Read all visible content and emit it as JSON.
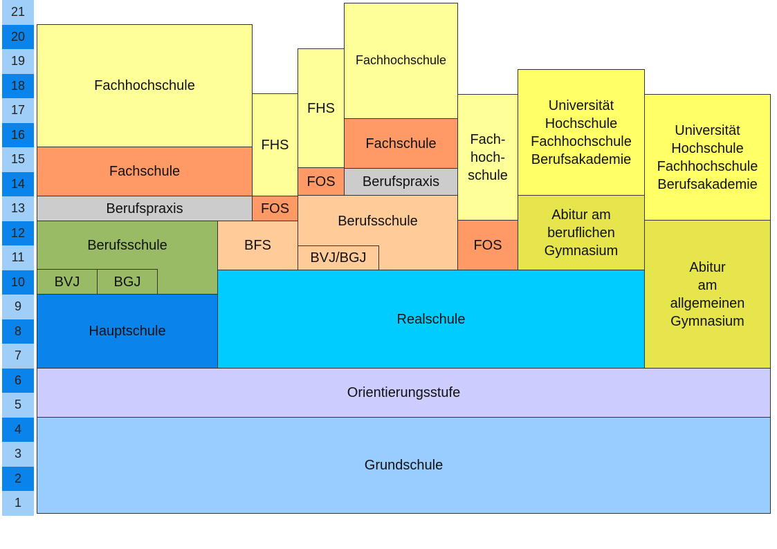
{
  "years": [
    "21",
    "20",
    "19",
    "18",
    "17",
    "16",
    "15",
    "14",
    "13",
    "12",
    "11",
    "10",
    "9",
    "8",
    "7",
    "6",
    "5",
    "4",
    "3",
    "2",
    "1"
  ],
  "colors": {
    "year_dark": "#0a84ea",
    "year_light": "#9fcef8",
    "grundschule": "#99ccff",
    "orientierungsstufe": "#ccccff",
    "hauptschule": "#0a84ea",
    "realschule": "#00ccff",
    "gymnasium": "#e6e64c",
    "hochschule_pale": "#ffff99",
    "hochschule_bright": "#ffff66",
    "fachschule": "#ff9966",
    "berufspraxis": "#cccccc",
    "berufsschule_green": "#99bb66",
    "berufsschule_peach": "#ffcc99"
  },
  "blocks": {
    "grundschule": "Grundschule",
    "orientierungsstufe": "Orientierungsstufe",
    "hauptschule": "Hauptschule",
    "realschule": "Realschule",
    "gymnasium_abitur": "Abitur\nam\nallgemeinen\nGymnasium",
    "universitaet_right": "Universität\nHochschule\nFachhochschule\nBerufsakademie",
    "universitaet_mid": "Universität\nHochschule\nFachhochschule\nBerufsakademie",
    "abitur_beruflich": "Abitur am\nberuflichen\nGymnasium",
    "fachhochschule_left": "Fachhochschule",
    "fachschule_left": "Fachschule",
    "berufspraxis_left": "Berufspraxis",
    "berufsschule_left": "Berufsschule",
    "bvj_left": "BVJ",
    "bgj_left": "BGJ",
    "fhs_col2": "FHS",
    "fos_col2": "FOS",
    "bfs": "BFS",
    "fhs_col3": "FHS",
    "fos_col3": "FOS",
    "berufsschule_mid": "Berufsschule",
    "bvj_bgj_mid": "BVJ/BGJ",
    "fachhochschule_col4": "Fachhochschule",
    "fachschule_col4": "Fachschule",
    "berufspraxis_col4": "Berufspraxis",
    "fachhochschule_col5": "Fach-\nhoch-\nschule",
    "fos_col5": "FOS"
  }
}
